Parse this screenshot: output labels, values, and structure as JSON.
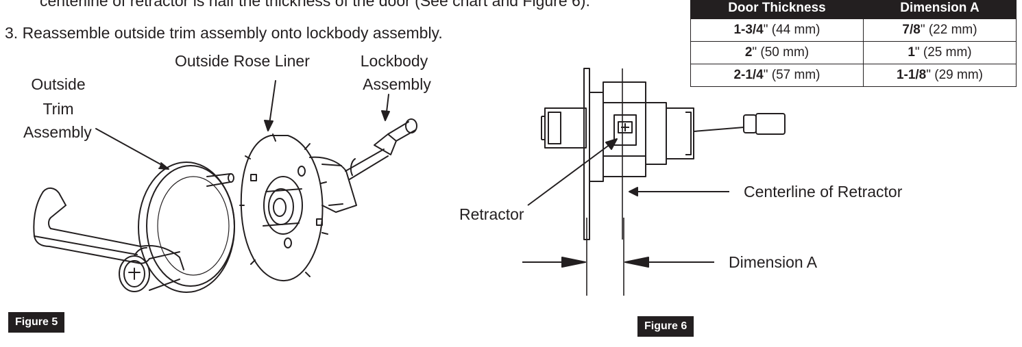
{
  "steps": {
    "partial_line": "centerline of retractor is half the thickness of the door (See chart and Figure 6).",
    "step3": "3.  Reassemble outside trim assembly onto lockbody assembly."
  },
  "table": {
    "headers": [
      "Door Thickness",
      "Dimension A"
    ],
    "rows": [
      [
        {
          "b": "1-3/4",
          "r": "\" (44 mm)"
        },
        {
          "b": "7/8",
          "r": "\" (22 mm)"
        }
      ],
      [
        {
          "b": "2",
          "r": "\" (50 mm)"
        },
        {
          "b": "1",
          "r": "\" (25 mm)"
        }
      ],
      [
        {
          "b": "2-1/4",
          "r": "\" (57 mm)"
        },
        {
          "b": "1-1/8",
          "r": "\" (29 mm)"
        }
      ]
    ]
  },
  "figure5": {
    "labels": {
      "outside_trim_1": "Outside",
      "outside_trim_2": "Trim",
      "outside_trim_3": "Assembly",
      "rose_liner": "Outside Rose Liner",
      "lockbody_1": "Lockbody",
      "lockbody_2": "Assembly"
    },
    "caption": "Figure 5"
  },
  "figure6": {
    "labels": {
      "retractor": "Retractor",
      "centerline": "Centerline of Retractor",
      "dimension_a": "Dimension A"
    },
    "caption": "Figure 6"
  }
}
